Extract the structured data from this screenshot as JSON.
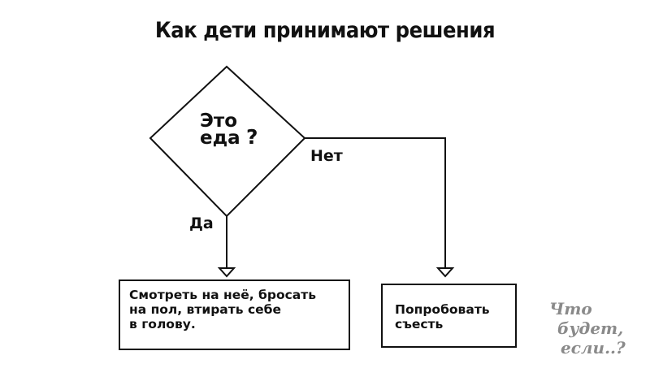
{
  "title": "Как дети принимают решения",
  "decision": {
    "line1": "Это",
    "line2": "еда",
    "mark": "?"
  },
  "branches": {
    "yes_label": "Да",
    "no_label": "Нет"
  },
  "outcomes": {
    "yes_lines": [
      "Смотреть на неё, бросать",
      "на пол, втирать себе",
      "в голову."
    ],
    "no_lines": [
      "Попробовать",
      "съесть"
    ]
  },
  "watermark": {
    "line1": "Что",
    "line2": "будет,",
    "line3": "если..?"
  },
  "colors": {
    "ink": "#111111",
    "watermark": "#8a8a8a",
    "background": "#ffffff"
  }
}
